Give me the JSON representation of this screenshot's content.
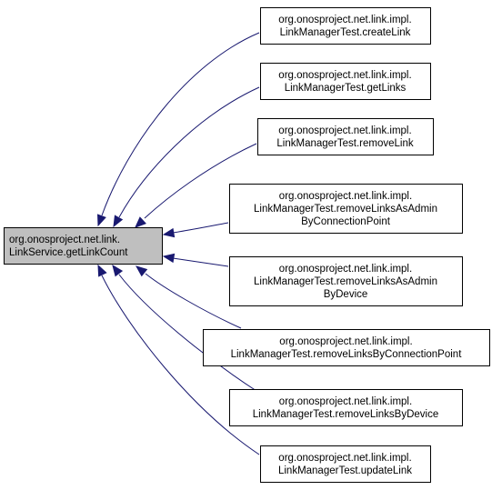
{
  "graph": {
    "target": {
      "id": "target",
      "lines": [
        "org.onosproject.net.link.",
        "LinkService.getLinkCount"
      ]
    },
    "callers": [
      {
        "id": "n1",
        "lines": [
          "org.onosproject.net.link.impl.",
          "LinkManagerTest.createLink"
        ]
      },
      {
        "id": "n2",
        "lines": [
          "org.onosproject.net.link.impl.",
          "LinkManagerTest.getLinks"
        ]
      },
      {
        "id": "n3",
        "lines": [
          "org.onosproject.net.link.impl.",
          "LinkManagerTest.removeLink"
        ]
      },
      {
        "id": "n4",
        "lines": [
          "org.onosproject.net.link.impl.",
          "LinkManagerTest.removeLinksAsAdmin",
          "ByConnectionPoint"
        ]
      },
      {
        "id": "n5",
        "lines": [
          "org.onosproject.net.link.impl.",
          "LinkManagerTest.removeLinksAsAdmin",
          "ByDevice"
        ]
      },
      {
        "id": "n6",
        "lines": [
          "org.onosproject.net.link.impl.",
          "LinkManagerTest.removeLinksByConnectionPoint"
        ]
      },
      {
        "id": "n7",
        "lines": [
          "org.onosproject.net.link.impl.",
          "LinkManagerTest.removeLinksByDevice"
        ]
      },
      {
        "id": "n8",
        "lines": [
          "org.onosproject.net.link.impl.",
          "LinkManagerTest.updateLink"
        ]
      }
    ],
    "colors": {
      "edge": "#191970",
      "target_fill": "#bfbfbf",
      "node_fill": "#ffffff",
      "node_border": "#000000"
    }
  }
}
